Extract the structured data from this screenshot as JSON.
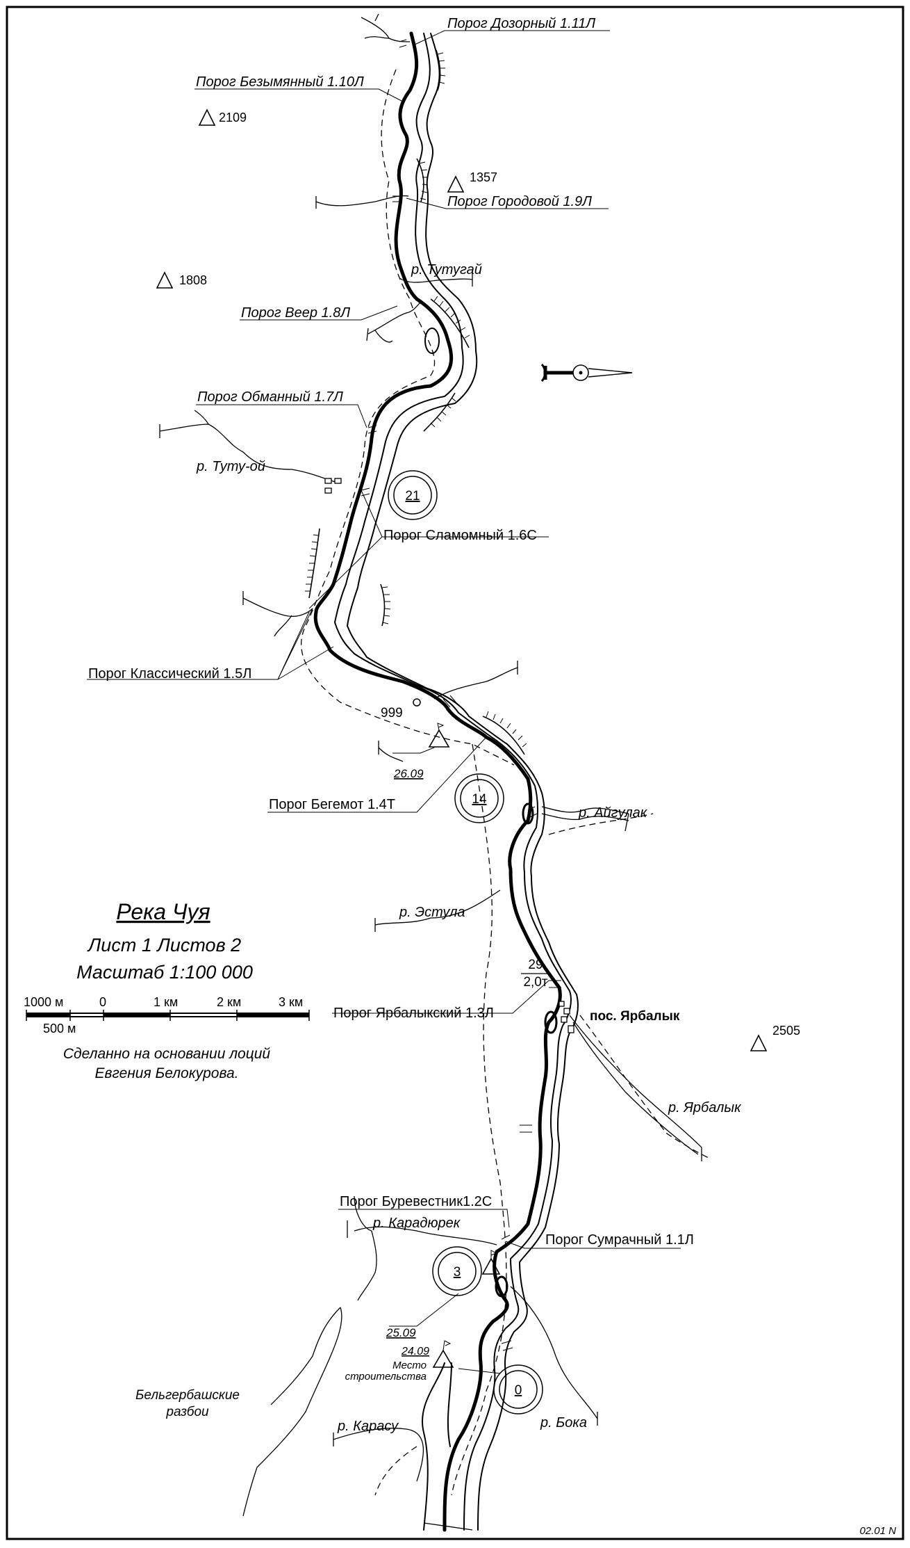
{
  "rapids": [
    {
      "id": "1.11",
      "label": "Порог Дозорный 1.11Л"
    },
    {
      "id": "1.10",
      "label": "Порог Безымянный 1.10Л"
    },
    {
      "id": "1.9",
      "label": "Порог Городовой 1.9Л"
    },
    {
      "id": "1.8",
      "label": "Порог Веер 1.8Л"
    },
    {
      "id": "1.7",
      "label": "Порог Обманный 1.7Л"
    },
    {
      "id": "1.6",
      "label": "Порог Сламомный 1.6С"
    },
    {
      "id": "1.5",
      "label": "Порог Классический 1.5Л"
    },
    {
      "id": "1.4",
      "label": "Порог Бегемот 1.4Т"
    },
    {
      "id": "1.3",
      "label": "Порог Ярбалыкский 1.3Л"
    },
    {
      "id": "1.2",
      "label": "Порог Буревестник1.2С"
    },
    {
      "id": "1.1",
      "label": "Порог Сумрачный 1.1Л"
    }
  ],
  "tributaries": {
    "tutugai": "р. Тутугай",
    "tutuoi": "р. Туту-ой",
    "aigulak": "р. Айгулак",
    "estula": "р. Эстула",
    "yarbalyk": "р. Ярбалык",
    "karadyurek": "р. Карадюрек",
    "karasu": "р. Карасу",
    "boka": "р. Бока"
  },
  "peaks": {
    "p2109": "2109",
    "p1357": "1357",
    "p1808": "1808",
    "p2505": "2505"
  },
  "km_markers": {
    "k21": "21",
    "k14": "14",
    "k3": "3",
    "k0": "0"
  },
  "marks": {
    "h999": "999",
    "d2609": "26.09",
    "d2509": "25.09",
    "d2409": "24.09",
    "bridge_num": "29",
    "bridge_load": "2,0т"
  },
  "places": {
    "village": "пос. Ярбалык",
    "construction_line1": "Место",
    "construction_line2": "строительства",
    "belgerbash_line1": "Бельгербашские",
    "belgerbash_line2": "разбои"
  },
  "legend": {
    "title": "Река Чуя",
    "sheet": "Лист 1  Листов 2",
    "scale": "Масштаб  1:100 000",
    "scalebar_ticks": [
      "1000 м",
      "0",
      "1 км",
      "2 км",
      "3 км"
    ],
    "scalebar_half": "500 м",
    "note_line1": "Сделанно на основании лоций",
    "note_line2": "Евгения Белокурова."
  },
  "footer": "02.01 N"
}
